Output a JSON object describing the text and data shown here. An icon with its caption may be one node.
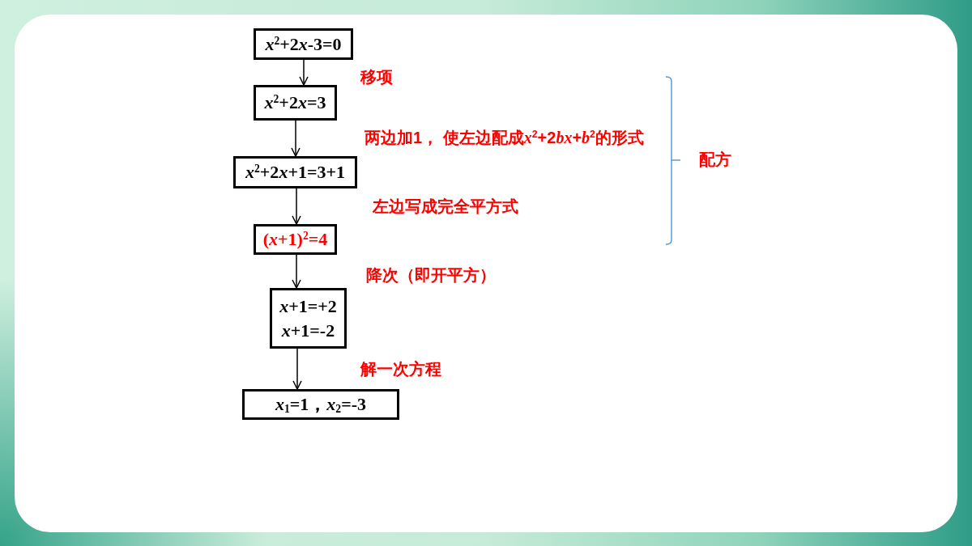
{
  "diagram": {
    "nodes": [
      {
        "text": [
          "x$^{2}$+2x-3=0"
        ]
      },
      {
        "text": [
          "x$^{2}$+2x=3"
        ]
      },
      {
        "text": [
          "x$^{2}$+2x+1=3+1"
        ]
      },
      {
        "text": [
          "(x+1)$^{2}$=4"
        ]
      },
      {
        "text": [
          "x+1=+2",
          "x+1=-2"
        ]
      },
      {
        "text": [
          "x$_{1}$=1，x$_{2}$=-3"
        ]
      }
    ],
    "edges": [
      {
        "from": 0,
        "to": 1,
        "arrow": "to",
        "label": "移项"
      },
      {
        "from": 1,
        "to": 2,
        "arrow": "to",
        "label": "两边加1， 使左边配成x$^{2}$+2bx+b$^{2}$的形式"
      },
      {
        "from": 2,
        "to": 3,
        "arrow": "to",
        "label": "左边写成完全平方式"
      },
      {
        "from": 3,
        "to": 4,
        "arrow": "to",
        "label": "降次（即开平方）"
      },
      {
        "from": 4,
        "to": 5,
        "arrow": "to",
        "label": "解一次方程"
      }
    ],
    "labels": [
      "配方"
    ]
  }
}
